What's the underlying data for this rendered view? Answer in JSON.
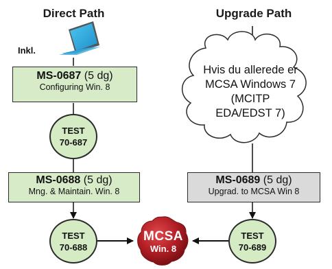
{
  "headings": {
    "direct": "Direct Path",
    "upgrade": "Upgrade Path"
  },
  "inkl_label": "Inkl.",
  "courses": {
    "c0687": {
      "code": "MS-0687",
      "duration": "(5 dg)",
      "title": "Configuring Win. 8"
    },
    "c0688": {
      "code": "MS-0688",
      "duration": "(5 dg)",
      "title": "Mng. & Maintain. Win. 8"
    },
    "c0689": {
      "code": "MS-0689",
      "duration": "(5 dg)",
      "title": "Upgrad. to MCSA Win 8"
    }
  },
  "tests": {
    "t687": {
      "line1": "TEST",
      "line2": "70-687"
    },
    "t688": {
      "line1": "TEST",
      "line2": "70-688"
    },
    "t689": {
      "line1": "TEST",
      "line2": "70-689"
    }
  },
  "certification": {
    "line1": "MCSA",
    "line2": "Win. 8"
  },
  "cloud": {
    "line1": "Hvis du allerede er",
    "line2": "MCSA Windows 7",
    "line3": "(MCITP",
    "line4": "EDA/EDST 7)"
  },
  "colors": {
    "course_green": "#d7ebc8",
    "course_grey": "#dadada",
    "test_green": "#d4ebc4",
    "seal_red": "#b01e24",
    "tablet_blue": "#2fb4e6"
  }
}
